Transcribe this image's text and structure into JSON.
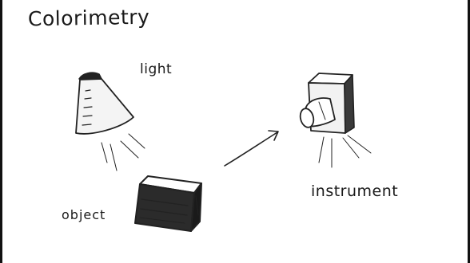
{
  "title": "Colorimetry",
  "labels": {
    "light": "light",
    "object": "object",
    "instrument": "instrument"
  },
  "icons": [
    "lamp-icon",
    "object-box-icon",
    "instrument-camera-icon",
    "arrow-icon"
  ]
}
